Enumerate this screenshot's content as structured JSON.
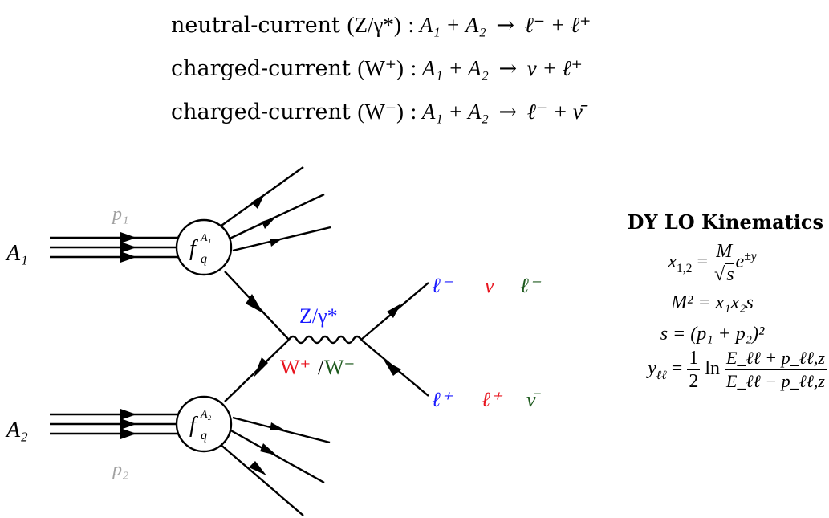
{
  "processes": [
    {
      "label": "neutral-current",
      "boson": "(Z/γ*)",
      "lhs": "A₁ + A₂",
      "rhs": "ℓ⁻ + ℓ⁺"
    },
    {
      "label": "charged-current",
      "boson": "(W⁺)",
      "lhs": "A₁ + A₂",
      "rhs": "ν + ℓ⁺"
    },
    {
      "label": "charged-current",
      "boson": "(W⁻)",
      "lhs": "A₁ + A₂",
      "rhs": "ℓ⁻ + ν̄"
    }
  ],
  "diagram": {
    "beam1": "A₁",
    "beam2": "A₂",
    "momentum1": "p₁",
    "momentum2": "p₂",
    "pdf_top": "f",
    "pdf_top_sub": "q",
    "pdf_top_sup": "A₁",
    "pdf_bottom": "f",
    "pdf_bottom_sub": "q",
    "pdf_bottom_sup": "A₂",
    "boson_neutral": "Z/γ*",
    "boson_wplus": "W⁺",
    "boson_sep": "/",
    "boson_wminus": "W⁻",
    "outgoing_top": [
      "ℓ⁻",
      "ν",
      "ℓ⁻"
    ],
    "outgoing_bottom": [
      "ℓ⁺",
      "ℓ⁺",
      "ν̄"
    ],
    "colors": {
      "neutral": "#1a1aff",
      "wplus": "#e8141e",
      "wminus": "#1e5a1e",
      "momentum": "#a0a0a0"
    }
  },
  "kinematics": {
    "title": "DY LO Kinematics",
    "eq1_lhs": "x",
    "eq1_sub": "1,2",
    "eq1_num": "M",
    "eq1_den": "s",
    "eq1_exp": "±y",
    "eq2": "M² = x₁x₂s",
    "eq3": "s = (p₁ + p₂)²",
    "eq4_lhs": "y",
    "eq4_sub": "ℓℓ",
    "eq4_num": "E_ℓℓ + p_ℓℓ,z",
    "eq4_den": "E_ℓℓ − p_ℓℓ,z"
  }
}
